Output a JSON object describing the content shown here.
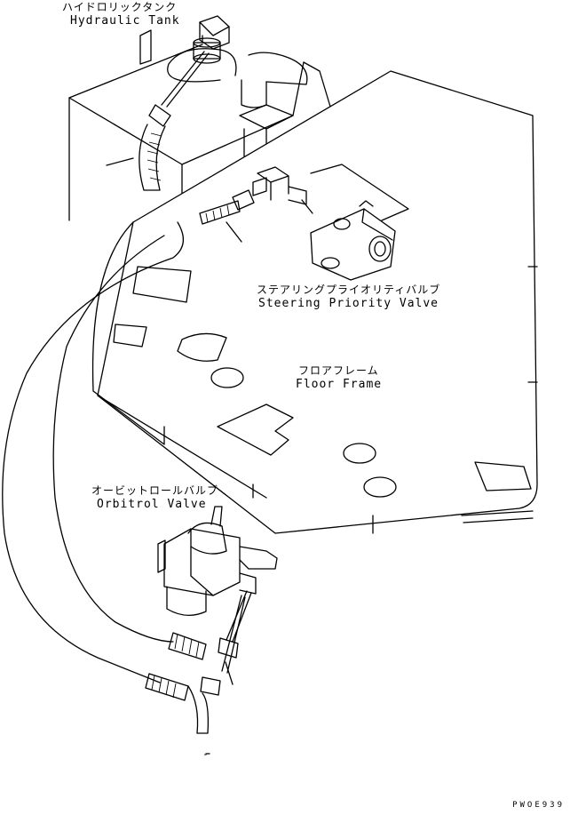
{
  "labels": {
    "hydraulic_tank": {
      "ja": "ハイドロリックタンク",
      "en": "Hydraulic Tank"
    },
    "steering_priority_valve": {
      "ja": "ステアリングプライオリティバルブ",
      "en": "Steering Priority Valve"
    },
    "floor_frame": {
      "ja": "フロアフレーム",
      "en": "Floor Frame"
    },
    "orbitrol_valve": {
      "ja": "オービットロールバルブ",
      "en": "Orbitrol Valve"
    }
  },
  "drawing_code": "PWOE939",
  "leader_marks": [
    "-"
  ]
}
